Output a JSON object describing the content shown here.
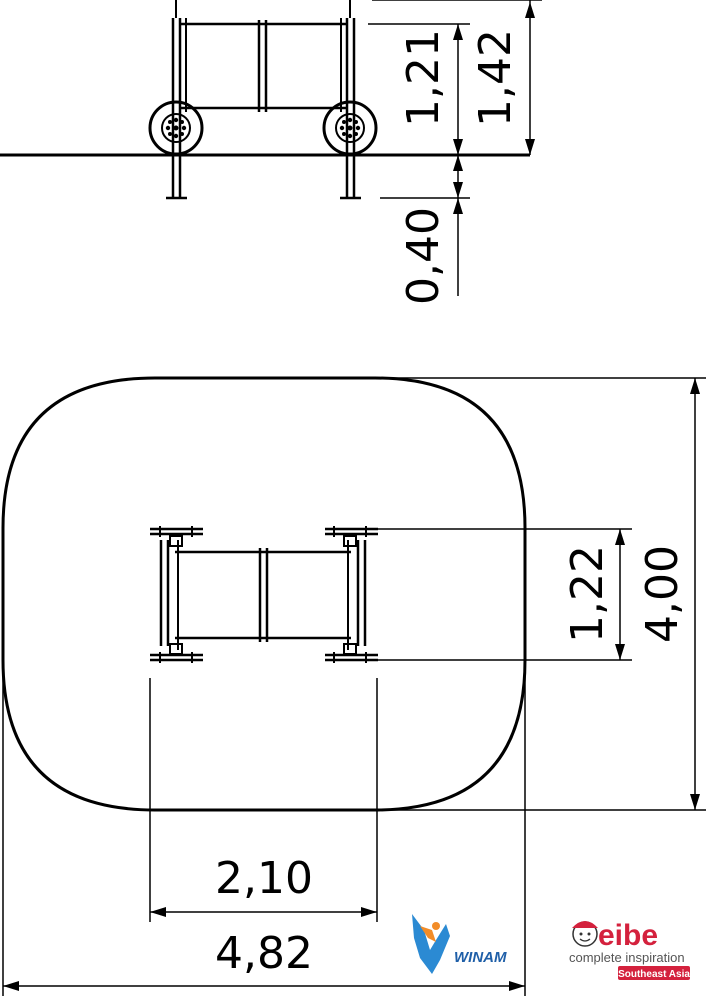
{
  "dimensions": {
    "side_height_seat": "1,21",
    "side_height_total": "1,42",
    "side_depth": "0,40",
    "plan_width_equipment": "1,22",
    "plan_depth_area": "4,00",
    "plan_length_equipment": "2,10",
    "plan_length_area": "4,82"
  },
  "logos": {
    "winam": {
      "text": "WINAM"
    },
    "eibe": {
      "wordmark": "eibe",
      "tagline": "complete inspiration",
      "region": "Southeast Asia",
      "brand_color": "#d4213d"
    }
  },
  "colors": {
    "line": "#000000",
    "background": "#ffffff"
  }
}
